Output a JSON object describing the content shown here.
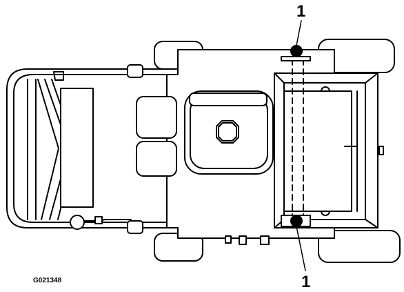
{
  "figure_id": "G021348",
  "callouts": {
    "top": "1",
    "bottom": "1"
  }
}
